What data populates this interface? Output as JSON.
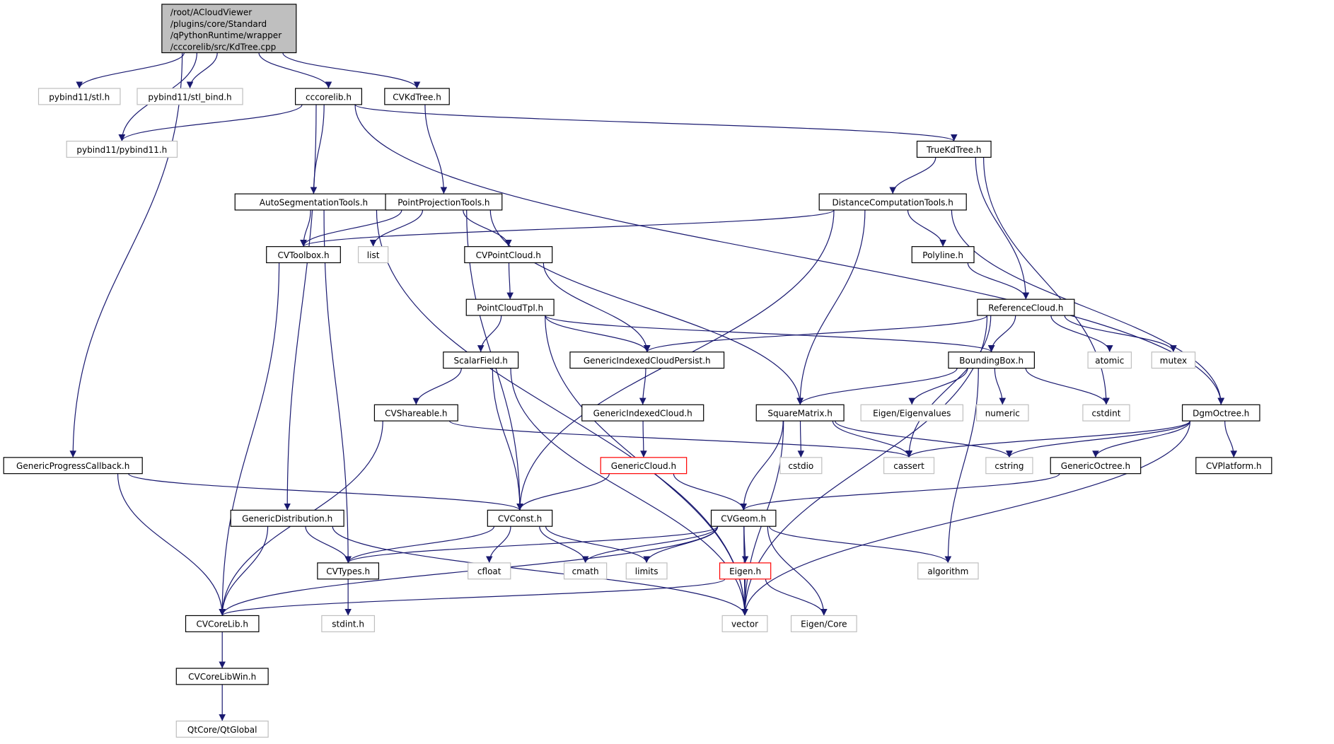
{
  "diagram": {
    "type": "include-dependency-graph",
    "colors": {
      "edge": "#191970",
      "root_fill": "#bfbfbf",
      "normal_border": "#000000",
      "external_border": "#bfbfbf",
      "incomplete_border": "#ff0000"
    },
    "nodes": [
      {
        "id": "root",
        "label": "/root/ACloudViewer\n/plugins/core/Standard\n/qPythonRuntime/wrapper\n/cccorelib/src/KdTree.cpp",
        "kind": "root"
      },
      {
        "id": "stl",
        "label": "pybind11/stl.h",
        "kind": "external"
      },
      {
        "id": "stlbind",
        "label": "pybind11/stl_bind.h",
        "kind": "external"
      },
      {
        "id": "cccorelib",
        "label": "cccorelib.h",
        "kind": "normal"
      },
      {
        "id": "cvkdtree",
        "label": "CVKdTree.h",
        "kind": "normal"
      },
      {
        "id": "pybind",
        "label": "pybind11/pybind11.h",
        "kind": "external"
      },
      {
        "id": "truekd",
        "label": "TrueKdTree.h",
        "kind": "normal"
      },
      {
        "id": "autoseg",
        "label": "AutoSegmentationTools.h",
        "kind": "normal"
      },
      {
        "id": "pointproj",
        "label": "PointProjectionTools.h",
        "kind": "normal"
      },
      {
        "id": "distcomp",
        "label": "DistanceComputationTools.h",
        "kind": "normal"
      },
      {
        "id": "toolbox",
        "label": "CVToolbox.h",
        "kind": "normal"
      },
      {
        "id": "list",
        "label": "list",
        "kind": "external"
      },
      {
        "id": "cvpc",
        "label": "CVPointCloud.h",
        "kind": "normal"
      },
      {
        "id": "polyline",
        "label": "Polyline.h",
        "kind": "normal"
      },
      {
        "id": "pctpl",
        "label": "PointCloudTpl.h",
        "kind": "normal"
      },
      {
        "id": "refcloud",
        "label": "ReferenceCloud.h",
        "kind": "normal"
      },
      {
        "id": "scalar",
        "label": "ScalarField.h",
        "kind": "normal"
      },
      {
        "id": "gicp",
        "label": "GenericIndexedCloudPersist.h",
        "kind": "normal"
      },
      {
        "id": "bbox",
        "label": "BoundingBox.h",
        "kind": "normal"
      },
      {
        "id": "atomic",
        "label": "atomic",
        "kind": "external"
      },
      {
        "id": "mutex",
        "label": "mutex",
        "kind": "external"
      },
      {
        "id": "shareable",
        "label": "CVShareable.h",
        "kind": "normal"
      },
      {
        "id": "gic",
        "label": "GenericIndexedCloud.h",
        "kind": "normal"
      },
      {
        "id": "sqmat",
        "label": "SquareMatrix.h",
        "kind": "normal"
      },
      {
        "id": "eigvals",
        "label": "Eigen/Eigenvalues",
        "kind": "external"
      },
      {
        "id": "numeric",
        "label": "numeric",
        "kind": "external"
      },
      {
        "id": "cstdint",
        "label": "cstdint",
        "kind": "external"
      },
      {
        "id": "dgm",
        "label": "DgmOctree.h",
        "kind": "normal"
      },
      {
        "id": "gpc",
        "label": "GenericProgressCallback.h",
        "kind": "normal"
      },
      {
        "id": "gcloud",
        "label": "GenericCloud.h",
        "kind": "incomplete"
      },
      {
        "id": "cstdio",
        "label": "cstdio",
        "kind": "external"
      },
      {
        "id": "cassert",
        "label": "cassert",
        "kind": "external"
      },
      {
        "id": "cstring",
        "label": "cstring",
        "kind": "external"
      },
      {
        "id": "goct",
        "label": "GenericOctree.h",
        "kind": "normal"
      },
      {
        "id": "platform",
        "label": "CVPlatform.h",
        "kind": "normal"
      },
      {
        "id": "gdist",
        "label": "GenericDistribution.h",
        "kind": "normal"
      },
      {
        "id": "cvconst",
        "label": "CVConst.h",
        "kind": "normal"
      },
      {
        "id": "cvgeom",
        "label": "CVGeom.h",
        "kind": "normal"
      },
      {
        "id": "cvtypes",
        "label": "CVTypes.h",
        "kind": "normal"
      },
      {
        "id": "cfloat",
        "label": "cfloat",
        "kind": "external"
      },
      {
        "id": "cmath",
        "label": "cmath",
        "kind": "external"
      },
      {
        "id": "limits",
        "label": "limits",
        "kind": "external"
      },
      {
        "id": "eigenh",
        "label": "Eigen.h",
        "kind": "incomplete"
      },
      {
        "id": "algorithm",
        "label": "algorithm",
        "kind": "external"
      },
      {
        "id": "corelib",
        "label": "CVCoreLib.h",
        "kind": "normal"
      },
      {
        "id": "stdint",
        "label": "stdint.h",
        "kind": "external"
      },
      {
        "id": "vector",
        "label": "vector",
        "kind": "external"
      },
      {
        "id": "eigcore",
        "label": "Eigen/Core",
        "kind": "external"
      },
      {
        "id": "corelibwin",
        "label": "CVCoreLibWin.h",
        "kind": "normal"
      },
      {
        "id": "qtglobal",
        "label": "QtCore/QtGlobal",
        "kind": "external"
      }
    ],
    "edges": [
      [
        "root",
        "stl"
      ],
      [
        "root",
        "stlbind"
      ],
      [
        "root",
        "pybind"
      ],
      [
        "root",
        "cccorelib"
      ],
      [
        "root",
        "cvkdtree"
      ],
      [
        "root",
        "gpc"
      ],
      [
        "cccorelib",
        "pybind"
      ],
      [
        "cccorelib",
        "gdist"
      ],
      [
        "cccorelib",
        "autoseg"
      ],
      [
        "cccorelib",
        "truekd"
      ],
      [
        "cccorelib",
        "dgm"
      ],
      [
        "cvkdtree",
        "pointproj"
      ],
      [
        "truekd",
        "distcomp"
      ],
      [
        "truekd",
        "refcloud"
      ],
      [
        "truekd",
        "cstdint"
      ],
      [
        "autoseg",
        "toolbox"
      ],
      [
        "autoseg",
        "cvtypes"
      ],
      [
        "autoseg",
        "vector"
      ],
      [
        "pointproj",
        "toolbox"
      ],
      [
        "pointproj",
        "list"
      ],
      [
        "pointproj",
        "cvpc"
      ],
      [
        "pointproj",
        "sqmat"
      ],
      [
        "pointproj",
        "cvconst"
      ],
      [
        "distcomp",
        "toolbox"
      ],
      [
        "distcomp",
        "cvconst"
      ],
      [
        "distcomp",
        "sqmat"
      ],
      [
        "distcomp",
        "polyline"
      ],
      [
        "distcomp",
        "dgm"
      ],
      [
        "toolbox",
        "corelib"
      ],
      [
        "cvpc",
        "pctpl"
      ],
      [
        "cvpc",
        "gicp"
      ],
      [
        "polyline",
        "refcloud"
      ],
      [
        "pctpl",
        "scalar"
      ],
      [
        "pctpl",
        "gicp"
      ],
      [
        "pctpl",
        "bbox"
      ],
      [
        "pctpl",
        "vector"
      ],
      [
        "refcloud",
        "gicp"
      ],
      [
        "refcloud",
        "bbox"
      ],
      [
        "refcloud",
        "atomic"
      ],
      [
        "refcloud",
        "mutex"
      ],
      [
        "refcloud",
        "cassert"
      ],
      [
        "refcloud",
        "vector"
      ],
      [
        "scalar",
        "shareable"
      ],
      [
        "scalar",
        "cvconst"
      ],
      [
        "scalar",
        "vector"
      ],
      [
        "gicp",
        "gic"
      ],
      [
        "bbox",
        "sqmat"
      ],
      [
        "bbox",
        "eigvals"
      ],
      [
        "bbox",
        "numeric"
      ],
      [
        "bbox",
        "cstdint"
      ],
      [
        "bbox",
        "algorithm"
      ],
      [
        "shareable",
        "corelib"
      ],
      [
        "shareable",
        "cassert"
      ],
      [
        "gic",
        "gcloud"
      ],
      [
        "sqmat",
        "cstdio"
      ],
      [
        "sqmat",
        "cassert"
      ],
      [
        "sqmat",
        "cstring"
      ],
      [
        "sqmat",
        "cvgeom"
      ],
      [
        "sqmat",
        "vector"
      ],
      [
        "dgm",
        "cassert"
      ],
      [
        "dgm",
        "cstring"
      ],
      [
        "dgm",
        "goct"
      ],
      [
        "dgm",
        "platform"
      ],
      [
        "dgm",
        "vector"
      ],
      [
        "gpc",
        "cvconst"
      ],
      [
        "gpc",
        "corelib"
      ],
      [
        "gcloud",
        "cvconst"
      ],
      [
        "gcloud",
        "cvgeom"
      ],
      [
        "goct",
        "cvgeom"
      ],
      [
        "gdist",
        "cvtypes"
      ],
      [
        "gdist",
        "corelib"
      ],
      [
        "gdist",
        "vector"
      ],
      [
        "cvconst",
        "cvtypes"
      ],
      [
        "cvconst",
        "cfloat"
      ],
      [
        "cvconst",
        "cmath"
      ],
      [
        "cvconst",
        "limits"
      ],
      [
        "cvgeom",
        "cvtypes"
      ],
      [
        "cvgeom",
        "cmath"
      ],
      [
        "cvgeom",
        "limits"
      ],
      [
        "cvgeom",
        "eigenh"
      ],
      [
        "cvgeom",
        "algorithm"
      ],
      [
        "cvgeom",
        "vector"
      ],
      [
        "cvgeom",
        "eigcore"
      ],
      [
        "cvgeom",
        "corelib"
      ],
      [
        "cvtypes",
        "stdint"
      ],
      [
        "eigenh",
        "corelib"
      ],
      [
        "eigenh",
        "vector"
      ],
      [
        "eigenh",
        "eigcore"
      ],
      [
        "corelib",
        "corelibwin"
      ],
      [
        "corelibwin",
        "qtglobal"
      ]
    ]
  }
}
